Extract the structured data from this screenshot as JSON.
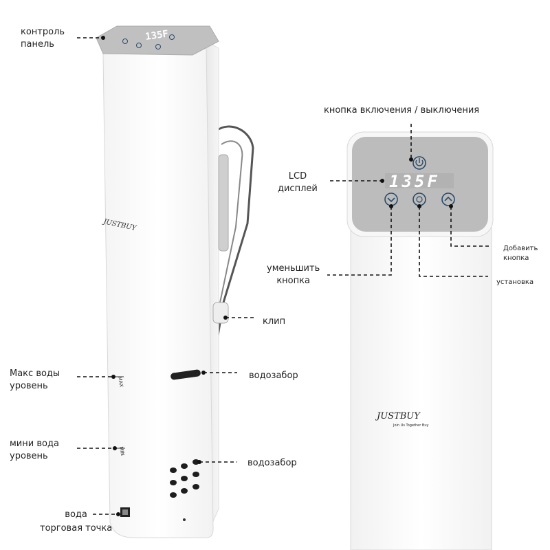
{
  "labels": {
    "control_panel": "контроль\nпанель",
    "max_water": "Макс воды\nуровень",
    "min_water": "мини вода\nуровень",
    "water_outlet": "вода\nторговая точка",
    "clip": "клип",
    "intake_1": "водозабор",
    "intake_2": "водозабор",
    "power_button": "кнопка включения / выключения",
    "lcd": "LCD\nдисплей",
    "decrease": "уменьшить\nкнопка",
    "add": "Добавить\nкнопка",
    "setting": "установка"
  },
  "device": {
    "display_value": "135F",
    "brand": "JUSTBUY",
    "tagline": "Join Us Together Buy",
    "max_mark": "MAX",
    "min_mark": "MIN"
  },
  "colors": {
    "body": "#ffffff",
    "panel": "#bcbcbc",
    "display": "#ffffff",
    "button_ring": "#2b4a6a",
    "outline": "#d8d8d8"
  }
}
